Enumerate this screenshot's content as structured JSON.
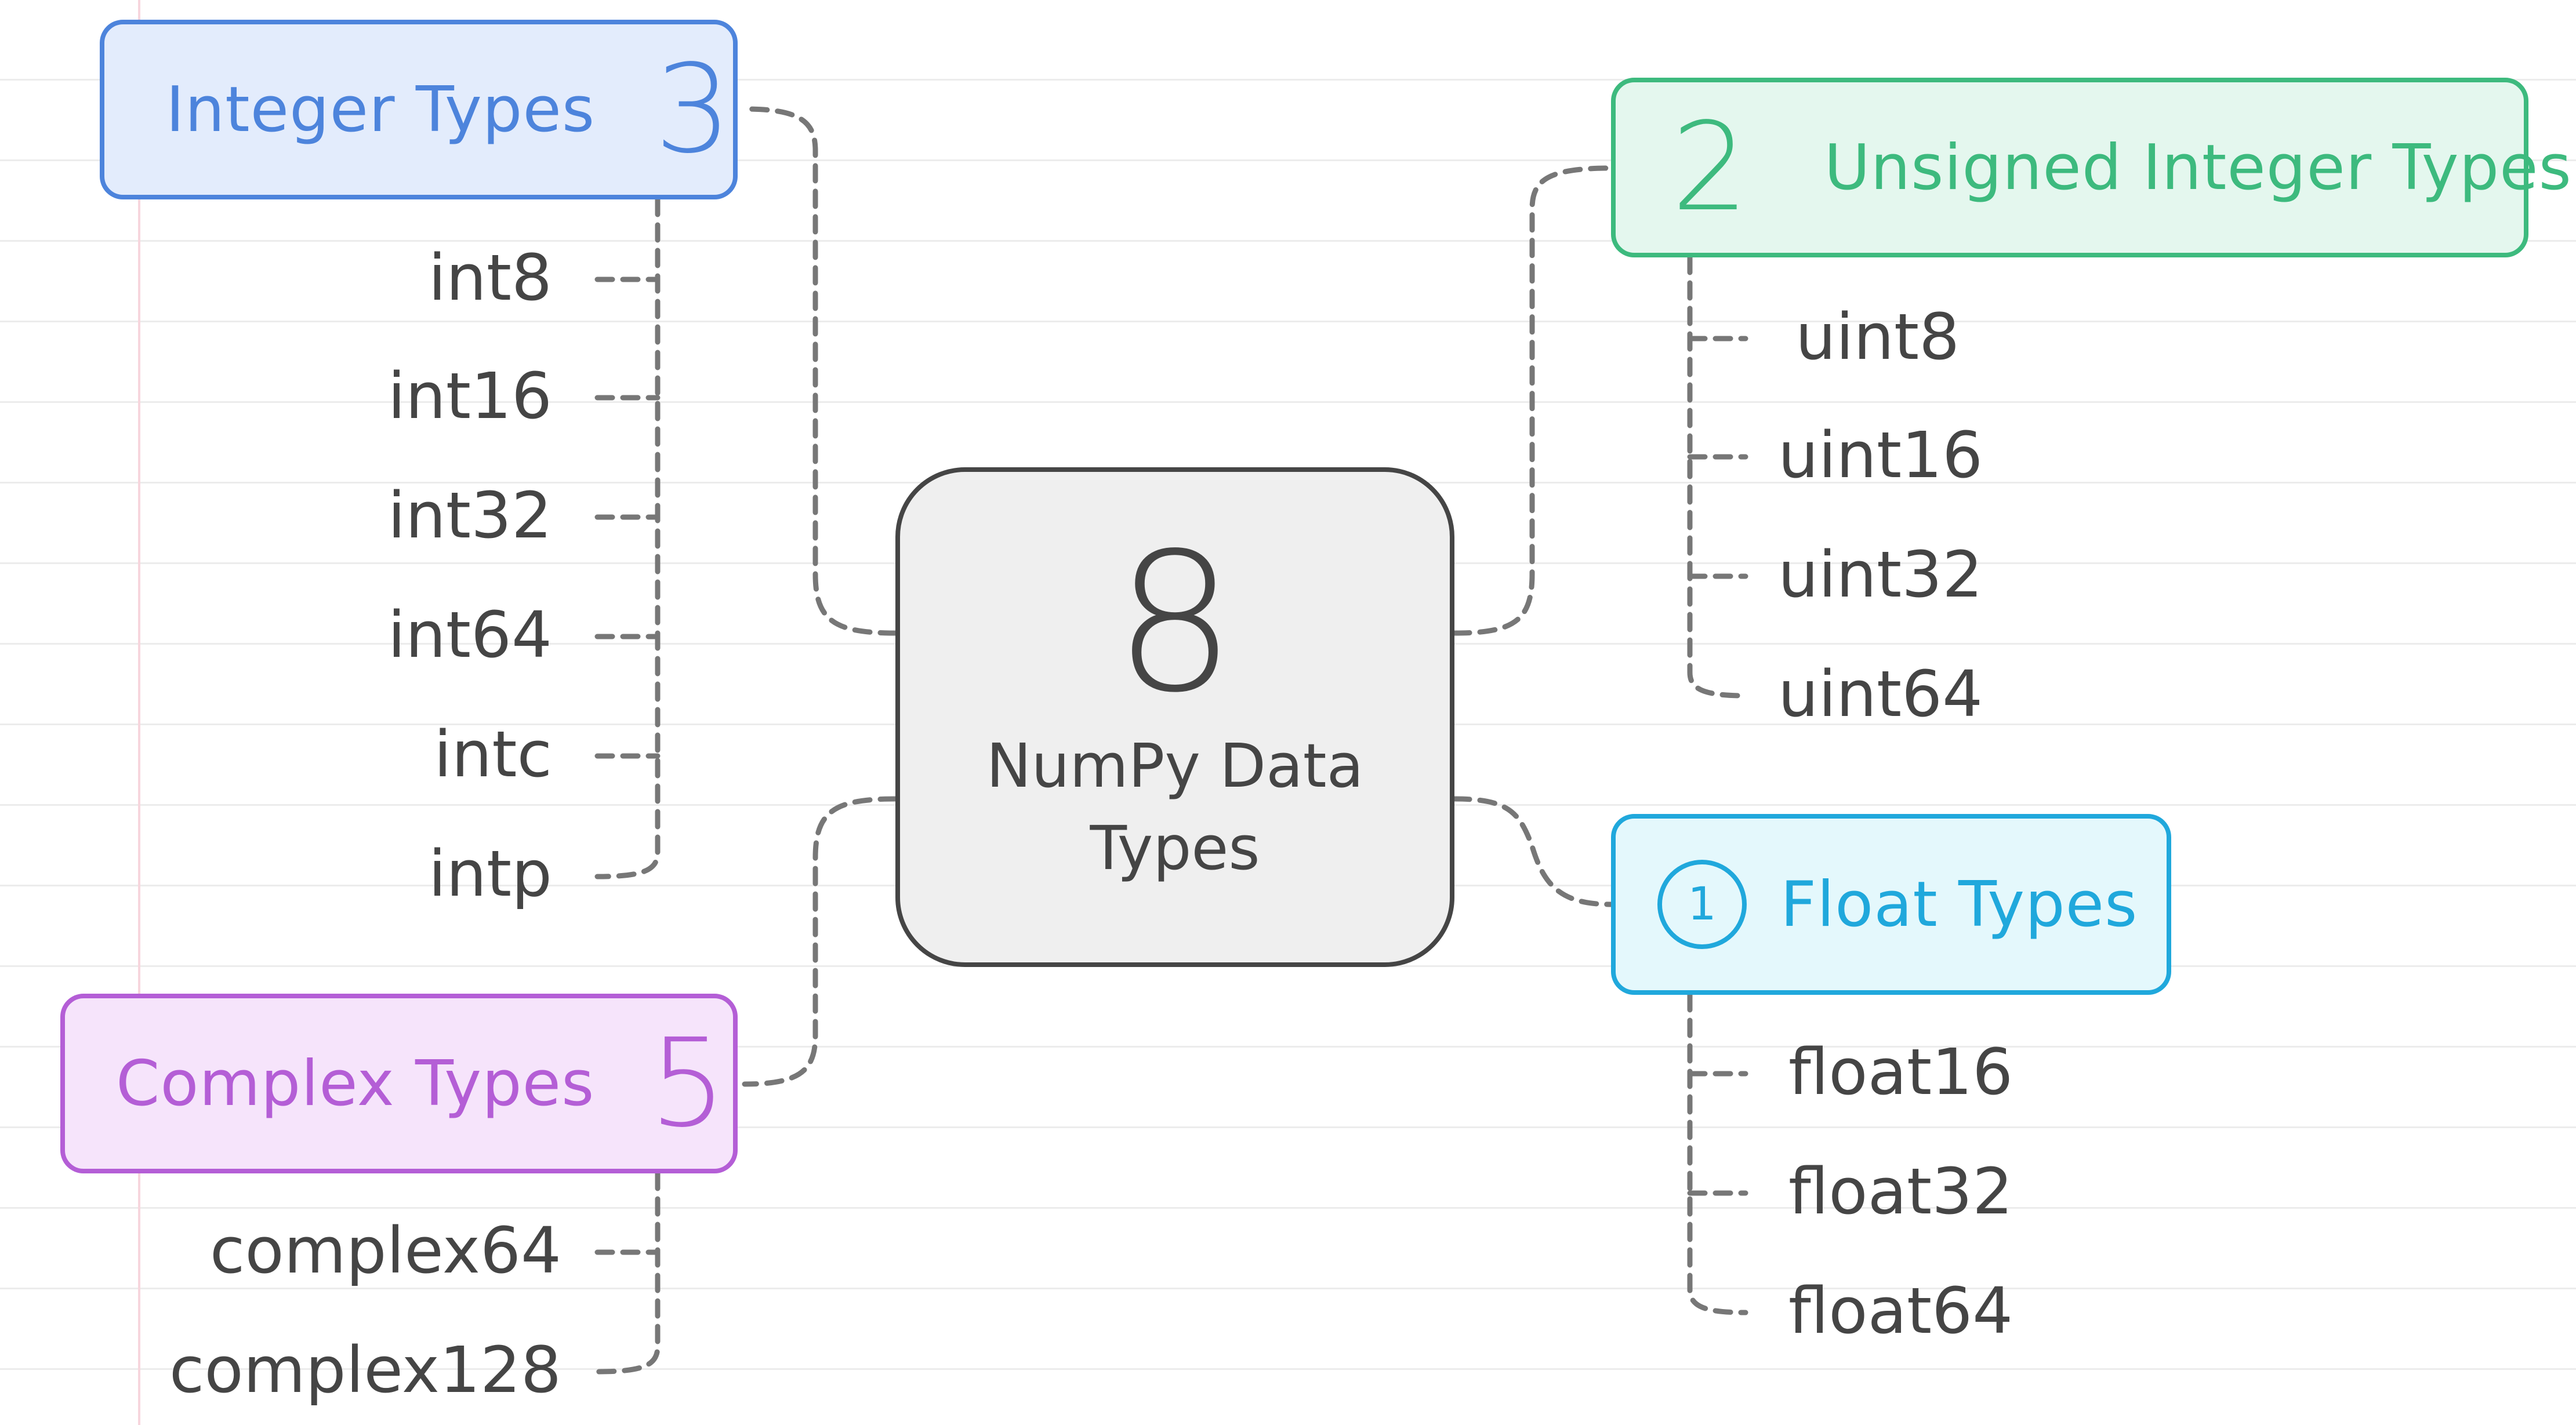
{
  "diagram": {
    "title": "NumPy Data Types",
    "total_count": "8",
    "categories": {
      "integer": {
        "label": "Integer Types",
        "count": "3",
        "color": "#4d84dc",
        "items": [
          "int8",
          "int16",
          "int32",
          "int64",
          "intc",
          "intp"
        ]
      },
      "complex": {
        "label": "Complex Types",
        "count": "5",
        "color": "#b45ed6",
        "items": [
          "complex64",
          "complex128"
        ]
      },
      "unsigned": {
        "label": "Unsigned Integer Types",
        "count": "2",
        "color": "#3dba7e",
        "items": [
          "uint8",
          "uint16",
          "uint32",
          "uint64"
        ]
      },
      "float": {
        "label": "Float Types",
        "count": "1",
        "color": "#20a8dc",
        "items": [
          "float16",
          "float32",
          "float64"
        ]
      }
    },
    "connector_color": "#777777",
    "center_color": "#454545"
  }
}
